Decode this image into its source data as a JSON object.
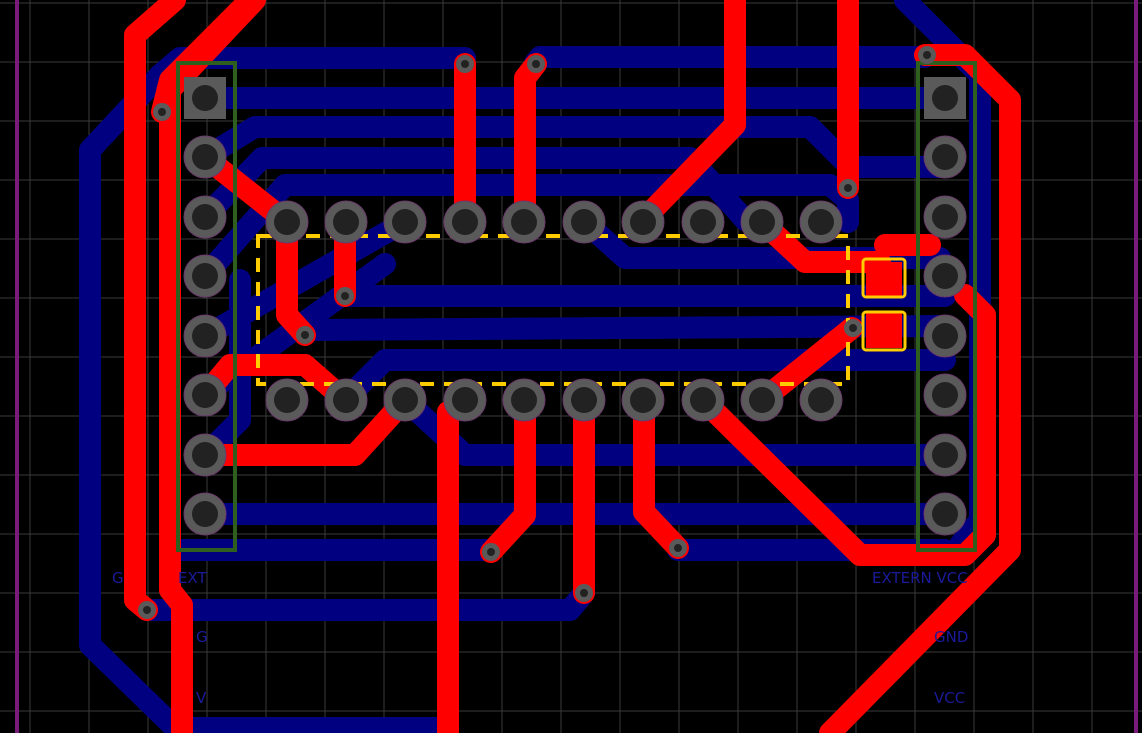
{
  "colors": {
    "background": "#000000",
    "grid": "#3a3a3a",
    "bottom_copper": "#000080",
    "top_copper": "#ff0000",
    "pad": "#5a5a5a",
    "pad_hole": "#222222",
    "silk_ic": "#ffcc00",
    "silk_header": "#2f5f1f",
    "board_edge": "#7a1a7a",
    "silk_text": "#1a1a9a"
  },
  "labels": {
    "left_ext": "EXT",
    "left_mid": "G",
    "left_low": "V",
    "left_gnd": "G",
    "right_ext": "EXTERN VCC",
    "right_gnd": "GND",
    "right_vcc": "VCC"
  }
}
